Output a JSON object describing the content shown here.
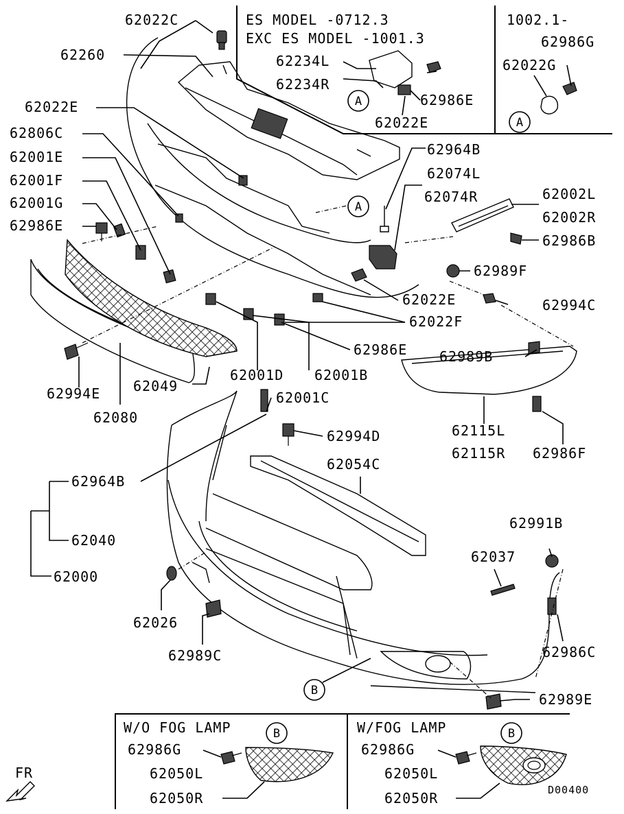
{
  "header": {
    "es_model_line1": "ES MODEL -0712.3",
    "es_model_line2": "EXC ES MODEL -1001.3",
    "date_right": "1002.1-"
  },
  "callouts": {
    "a1": "A",
    "a2": "A",
    "a3": "A",
    "b1": "B",
    "b2": "B",
    "b3": "B"
  },
  "labels": {
    "p62022C": "62022C",
    "p62260": "62260",
    "p62022E_a": "62022E",
    "p62806C": "62806C",
    "p62001E": "62001E",
    "p62001F": "62001F",
    "p62001G": "62001G",
    "p62986E_a": "62986E",
    "p62234L": "62234L",
    "p62234R": "62234R",
    "p62986E_b": "62986E",
    "p62022E_b": "62022E",
    "p62986G_a": "62986G",
    "p62022G": "62022G",
    "p62964B_a": "62964B",
    "p62074L": "62074L",
    "p62074R": "62074R",
    "p62002L": "62002L",
    "p62002R": "62002R",
    "p62986B": "62986B",
    "p62989F": "62989F",
    "p62022E_c": "62022E",
    "p62994C": "62994C",
    "p62022F": "62022F",
    "p62986E_c": "62986E",
    "p62989B": "62989B",
    "p62994E": "62994E",
    "p62049": "62049",
    "p62080": "62080",
    "p62001D": "62001D",
    "p62001B": "62001B",
    "p62001C": "62001C",
    "p62115L": "62115L",
    "p62115R": "62115R",
    "p62986F": "62986F",
    "p62994D": "62994D",
    "p62054C": "62054C",
    "p62964B_b": "62964B",
    "p62040": "62040",
    "p62000": "62000",
    "p62991B": "62991B",
    "p62037": "62037",
    "p62026": "62026",
    "p62986C": "62986C",
    "p62989C": "62989C",
    "p62989E": "62989E"
  },
  "inset_left": {
    "title": "W/O FOG LAMP",
    "screw": "62986G",
    "part_l": "62050L",
    "part_r": "62050R"
  },
  "inset_right": {
    "title": "W/FOG LAMP",
    "screw": "62986G",
    "part_l": "62050L",
    "part_r": "62050R"
  },
  "front_marker": "FR",
  "drawing_code": "D00400"
}
